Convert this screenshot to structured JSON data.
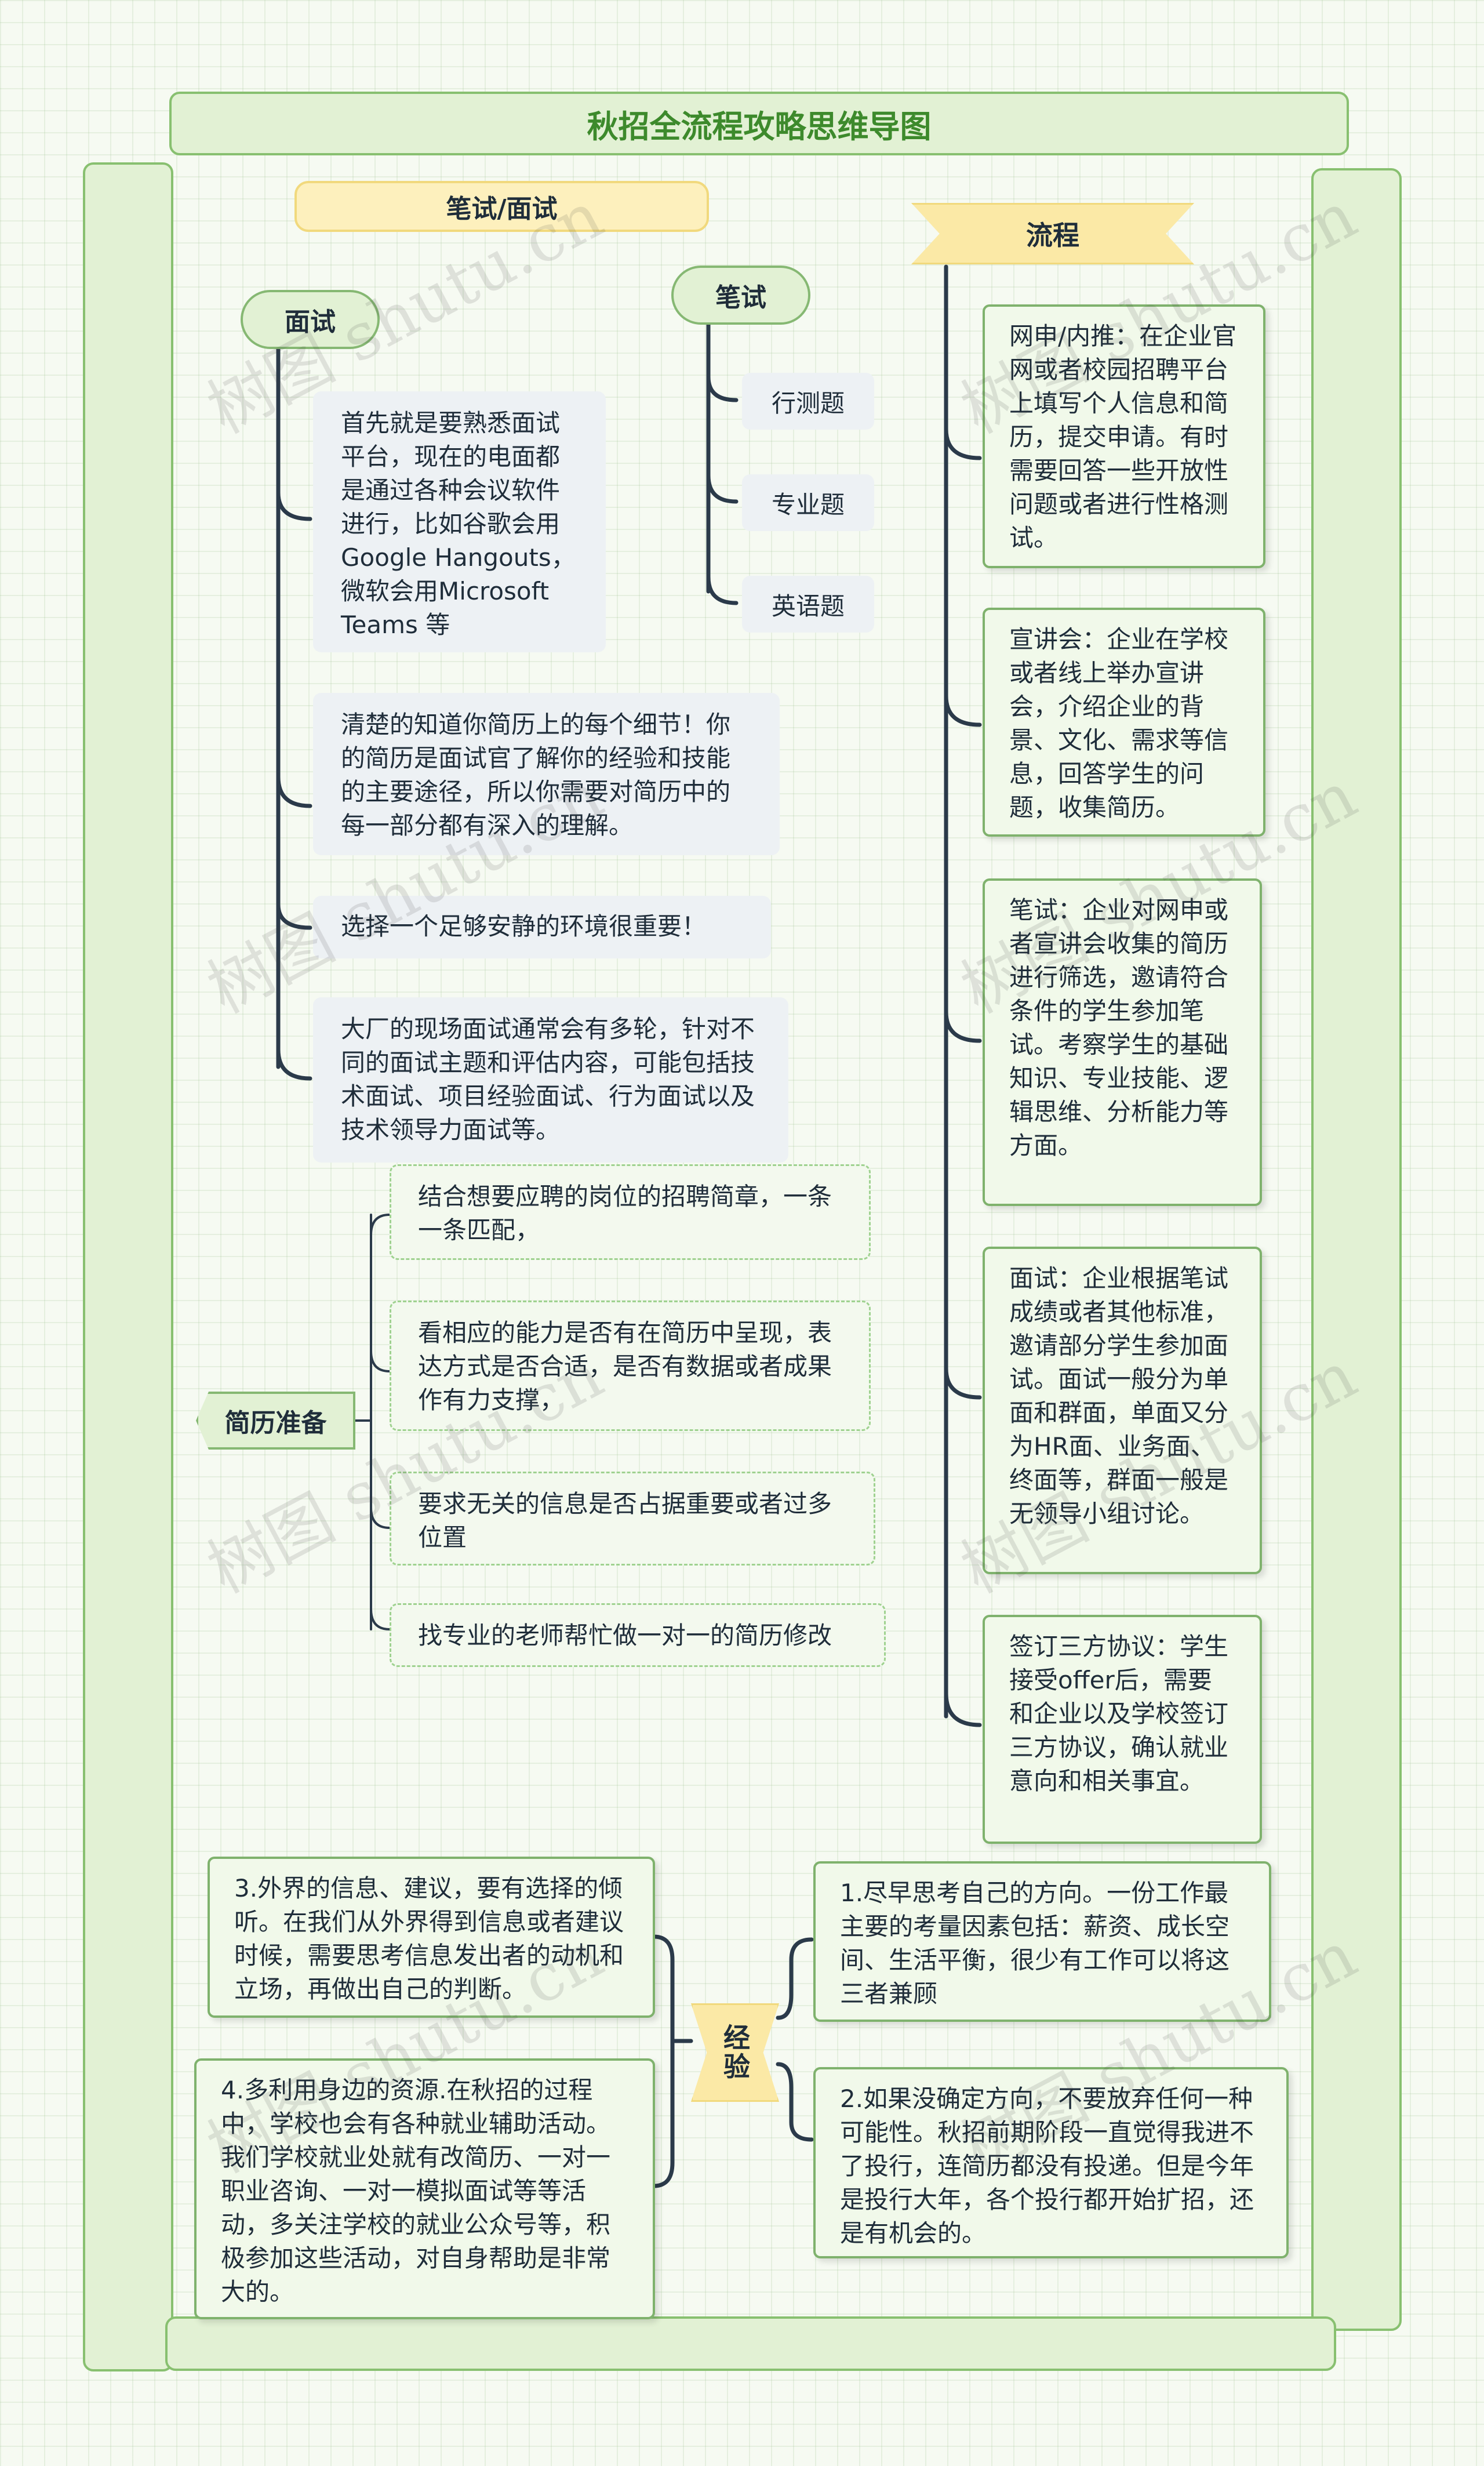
{
  "title": "秋招全流程攻略思维导图",
  "watermark": "树图 shutu.cn",
  "colors": {
    "frame_fill": "#e2f1d4",
    "frame_border": "#88c070",
    "connector": "#2b3a4a",
    "title_text": "#3d8a2c",
    "ribbon_fill": "#fdf0bd"
  },
  "written_interview": {
    "label": "笔试/面试",
    "interview": {
      "label": "面试",
      "items": [
        "首先就是要熟悉面试平台，现在的电面都是通过各种会议软件进行，比如谷歌会用Google Hangouts，微软会用Microsoft Teams 等",
        "清楚的知道你简历上的每个细节！你的简历是面试官了解你的经验和技能的主要途径，所以你需要对简历中的每一部分都有深入的理解。",
        "选择一个足够安静的环境很重要！",
        "大厂的现场面试通常会有多轮，针对不同的面试主题和评估内容，可能包括技术面试、项目经验面试、行为面试以及技术领导力面试等。"
      ]
    },
    "written_test": {
      "label": "笔试",
      "items": [
        "行测题",
        "专业题",
        "英语题"
      ]
    }
  },
  "resume": {
    "label": "简历准备",
    "items": [
      "结合想要应聘的岗位的招聘简章，一条一条匹配，",
      "看相应的能力是否有在简历中呈现，表达方式是否合适，是否有数据或者成果作有力支撑，",
      "要求无关的信息是否占据重要或者过多位置",
      "找专业的老师帮忙做一对一的简历修改"
    ]
  },
  "process": {
    "label": "流程",
    "items": [
      "网申/内推：在企业官网或者校园招聘平台上填写个人信息和简历，提交申请。有时需要回答一些开放性问题或者进行性格测试。",
      "宣讲会：企业在学校或者线上举办宣讲会，介绍企业的背景、文化、需求等信息，回答学生的问题，收集简历。",
      "笔试：企业对网申或者宣讲会收集的简历进行筛选，邀请符合条件的学生参加笔试。考察学生的基础知识、专业技能、逻辑思维、分析能力等方面。",
      "面试：企业根据笔试成绩或者其他标准，邀请部分学生参加面试。面试一般分为单面和群面，单面又分为HR面、业务面、终面等，群面一般是无领导小组讨论。",
      "签订三方协议：学生接受offer后，需要和企业以及学校签订三方协议，确认就业意向和相关事宜。"
    ]
  },
  "experience": {
    "label": "经验",
    "left": [
      "3.外界的信息、建议，要有选择的倾听。在我们从外界得到信息或者建议时候，需要思考信息发出者的动机和立场，再做出自己的判断。",
      "4.多利用身边的资源.在秋招的过程中，学校也会有各种就业辅助活动。我们学校就业处就有改简历、一对一职业咨询、一对一模拟面试等等活动，多关注学校的就业公众号等，积极参加这些活动，对自身帮助是非常大的。"
    ],
    "right": [
      "1.尽早思考自己的方向。一份工作最主要的考量因素包括：薪资、成长空间、生活平衡，很少有工作可以将这三者兼顾",
      "2.如果没确定方向，不要放弃任何一种可能性。秋招前期阶段一直觉得我进不了投行，连简历都没有投递。但是今年是投行大年，各个投行都开始扩招，还是有机会的。"
    ]
  }
}
